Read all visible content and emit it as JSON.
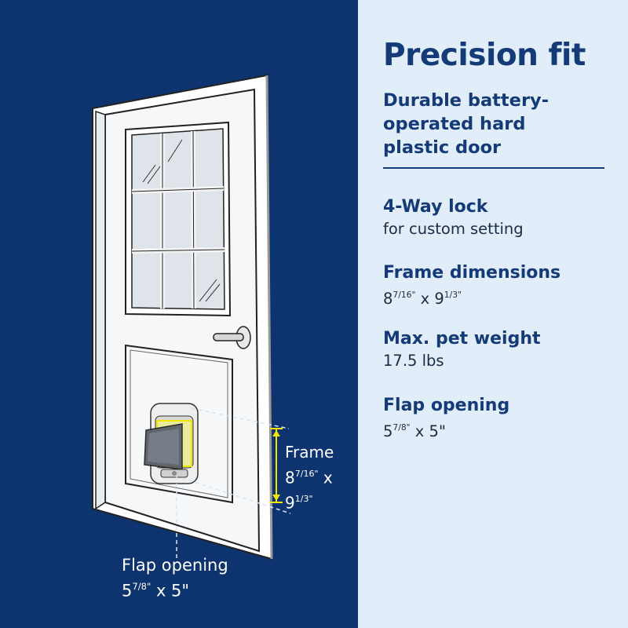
{
  "title": "Precision fit",
  "subtitle": "Durable battery-operated hard plastic door",
  "specs": [
    {
      "label": "4-Way lock",
      "value": "for custom setting"
    },
    {
      "label": "Frame dimensions",
      "value_parts": [
        "8",
        "7/16\"",
        " x 9",
        "1/3\""
      ]
    },
    {
      "label": "Max. pet weight",
      "value": "17.5 lbs"
    },
    {
      "label": "Flap opening",
      "value_parts": [
        "5",
        "7/8\"",
        " x 5\""
      ]
    }
  ],
  "callouts": {
    "frame": {
      "label": "Frame",
      "line2_parts": [
        "8",
        "7/16\"",
        " x"
      ],
      "line3_parts": [
        "9",
        "1/3\""
      ]
    },
    "flap": {
      "label": "Flap opening",
      "line2_parts": [
        "5",
        "7/8\"",
        " x 5\""
      ]
    }
  },
  "colors": {
    "navy_bg": "#0e3470",
    "light_panel": "#e1edf9",
    "heading": "#143a78",
    "dimension_accent": "#f2e600"
  }
}
